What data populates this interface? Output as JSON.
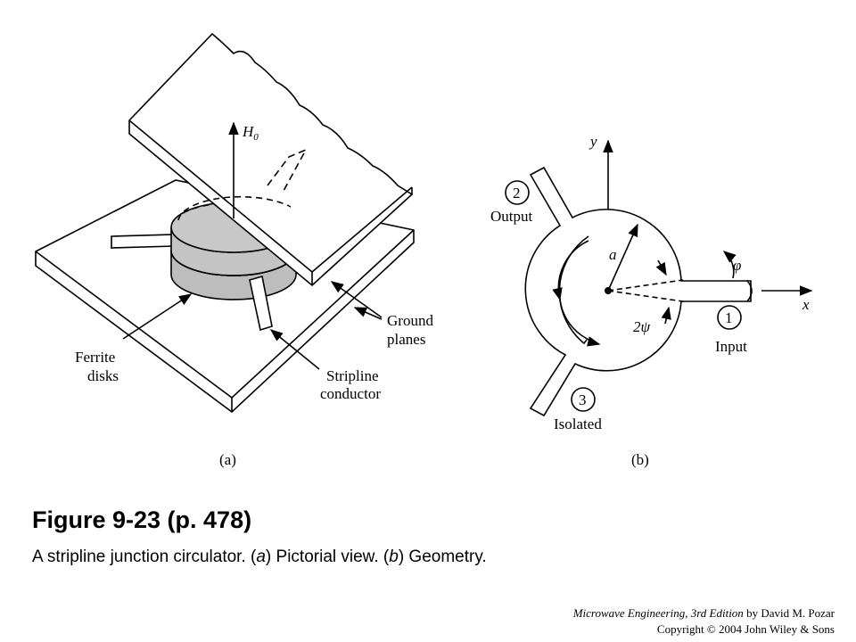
{
  "figure": {
    "title": "Figure 9-23  (p. 478)",
    "caption": {
      "prefix": "A stripline junction circulator. (",
      "a_letter": "a",
      "part_a": ") Pictorial view. (",
      "b_letter": "b",
      "part_b": ") Geometry."
    }
  },
  "panel_a": {
    "field_label": "H",
    "field_sub": "0",
    "ground_planes": [
      "Ground",
      "planes"
    ],
    "ferrite_disks": [
      "Ferrite",
      "disks"
    ],
    "stripline_conductor": [
      "Stripline",
      "conductor"
    ],
    "panel_label": "(a)"
  },
  "panel_b": {
    "y_axis": "y",
    "x_axis": "x",
    "radius": "a",
    "angle_phi": "φ",
    "angle_2psi": "2ψ",
    "port1_number": "1",
    "port1_name": "Input",
    "port2_number": "2",
    "port2_name": "Output",
    "port3_number": "3",
    "port3_name": "Isolated",
    "panel_label": "(b)"
  },
  "credit": {
    "book_title": "Microwave Engineering, 3rd Edition",
    "author_line": " by David M. Pozar",
    "copyright": "Copyright © 2004 John Wiley & Sons"
  }
}
